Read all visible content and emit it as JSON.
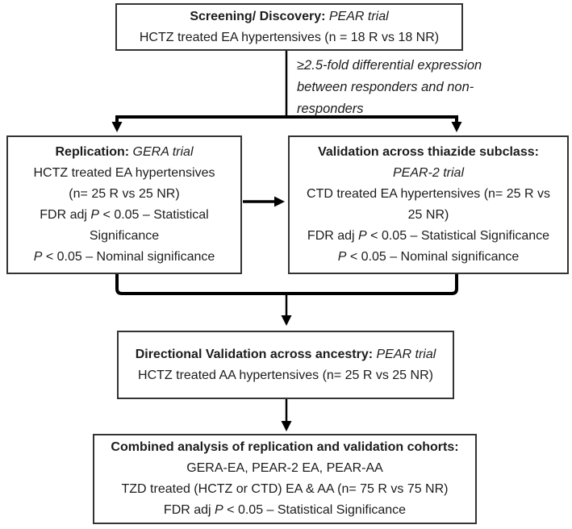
{
  "colors": {
    "border": "#333333",
    "connector": "#000000",
    "text": "#1c1c1c",
    "background": "#ffffff"
  },
  "boxes": {
    "screening": {
      "title_bold": "Screening/ Discovery: ",
      "title_italic": "PEAR trial",
      "line2": "HCTZ treated EA hypertensives (n = 18 R vs 18 NR)"
    },
    "replication": {
      "title_bold": "Replication: ",
      "title_italic": "GERA trial",
      "line2": "HCTZ treated EA hypertensives",
      "line3": "(n= 25 R vs 25 NR)",
      "line4_pre": "FDR adj ",
      "line4_p": "P",
      "line4_post": " < 0.05 – Statistical",
      "line5": "Significance",
      "line6_p": "P",
      "line6_post": " < 0.05 – Nominal significance"
    },
    "validation": {
      "title_bold": "Validation across thiazide subclass:",
      "title_italic": "PEAR-2 trial",
      "line3": "CTD treated EA hypertensives (n= 25 R vs",
      "line4": "25 NR)",
      "line5_pre": "FDR adj ",
      "line5_p": "P",
      "line5_post": " < 0.05 – Statistical Significance",
      "line6_p": "P",
      "line6_post": " < 0.05 – Nominal significance"
    },
    "directional": {
      "title_bold": "Directional Validation across ancestry: ",
      "title_italic": "PEAR trial",
      "line2": "HCTZ treated AA hypertensives (n= 25 R vs 25 NR)"
    },
    "combined": {
      "title_bold": "Combined analysis of replication and validation cohorts:",
      "line2": "GERA-EA, PEAR-2 EA, PEAR-AA",
      "line3": "TZD treated (HCTZ or CTD) EA & AA (n= 75 R vs 75 NR)",
      "line4_pre": "FDR adj ",
      "line4_p": "P",
      "line4_post": " < 0.05 – Statistical Significance"
    }
  },
  "annotation": {
    "lines": [
      "≥2.5-fold differential expression",
      "between responders and non-",
      "responders"
    ]
  },
  "connectors": [
    "split-arrow-screening-to-replication-and-validation",
    "arrow-replication-to-validation",
    "merge-arrow-to-directional-validation",
    "arrow-directional-to-combined"
  ]
}
